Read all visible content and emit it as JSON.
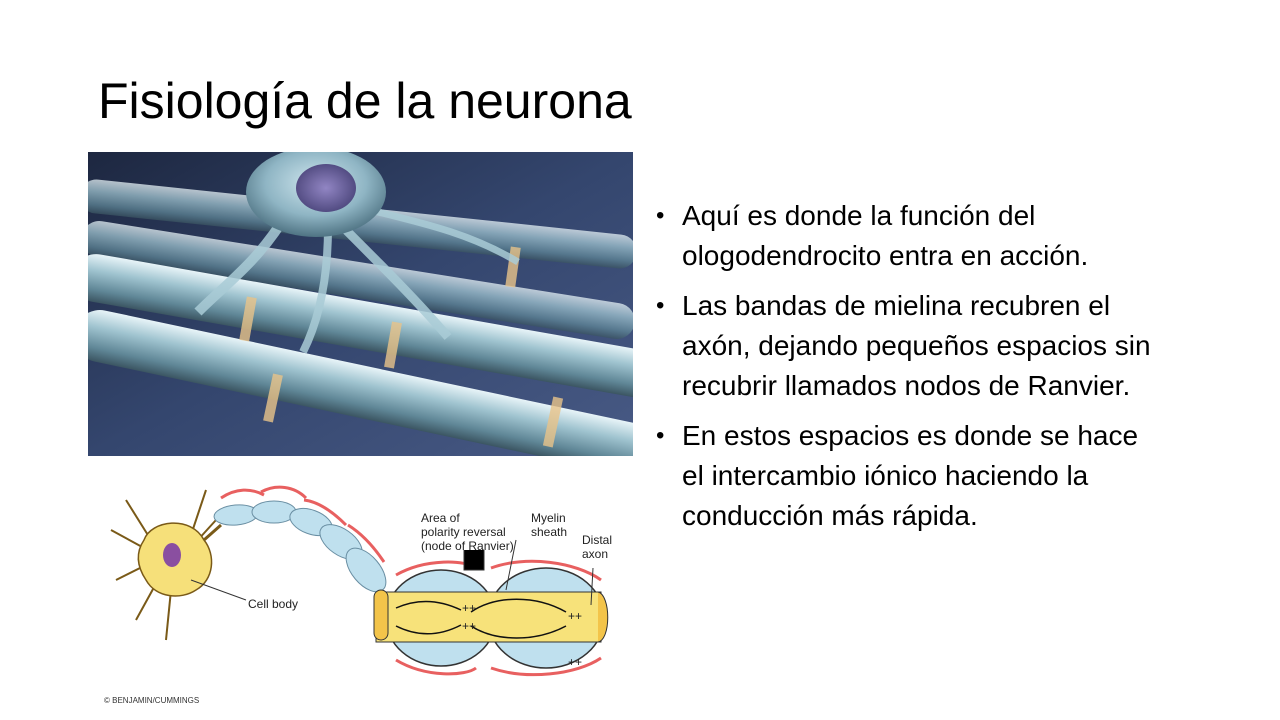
{
  "slide": {
    "title": "Fisiología de la neurona",
    "bullets": [
      "Aquí es donde la función del ologodendrocito entra en acción.",
      "Las bandas de mielina recubren el axón, dejando pequeños espacios sin recubrir llamados nodos de Ranvier.",
      "En estos espacios es donde se hace el intercambio iónico haciendo la conducción más rápida."
    ]
  },
  "diagram": {
    "labels": {
      "area_line1": "Area of",
      "area_line2": "polarity reversal",
      "area_line3": "(node of Ranvier)",
      "myelin_line1": "Myelin",
      "myelin_line2": "sheath",
      "distal_line1": "Distal",
      "distal_line2": "axon",
      "cell_body": "Cell body"
    },
    "copyright": "© BENJAMIN/CUMMINGS"
  },
  "colors": {
    "photo_bg": "#2e3a58",
    "myelin_blue": "#bfe0ee",
    "axon_yellow": "#f7e27a",
    "cell_yellow": "#f6e07a",
    "nucleus_purple": "#8a4fa0",
    "arrow_red": "#e86060"
  }
}
